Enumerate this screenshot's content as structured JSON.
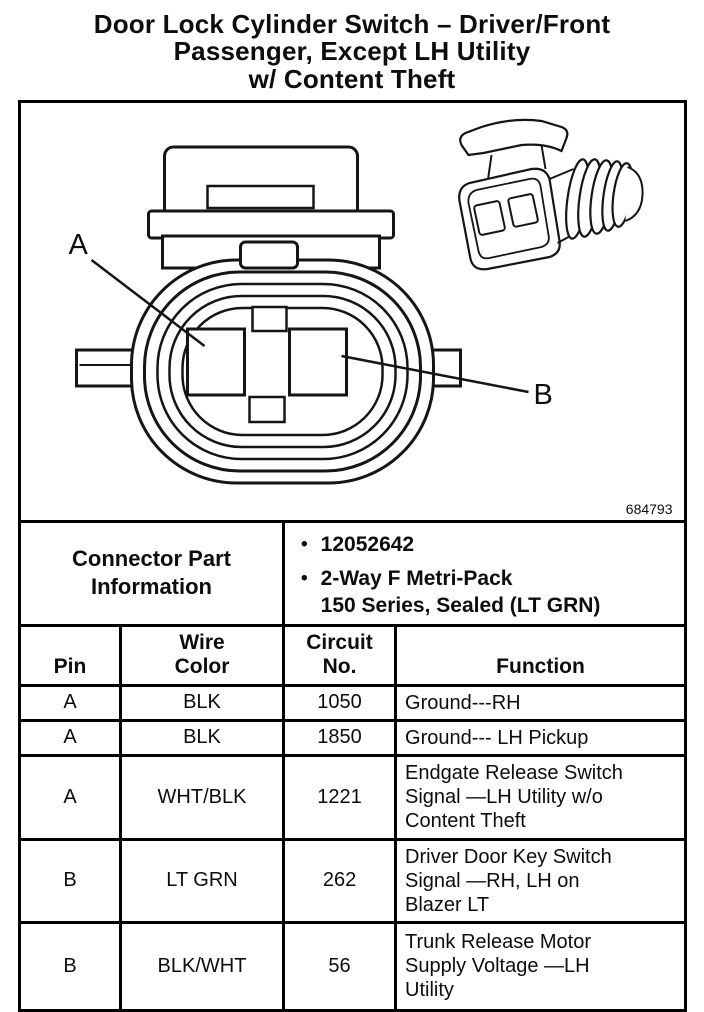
{
  "title": {
    "line1": "Door Lock Cylinder Switch – Driver/Front",
    "line2": "Passenger, Except LH Utility",
    "line3": "w/ Content Theft"
  },
  "diagram": {
    "terminal_a_label": "A",
    "terminal_b_label": "B",
    "figure_number": "684793"
  },
  "connector_info": {
    "label": "Connector Part\nInformation",
    "bullet_1": "12052642",
    "bullet_2": "2-Way F Metri-Pack\n150 Series, Sealed (LT GRN)"
  },
  "table": {
    "headers": {
      "pin": "Pin",
      "wire_color": "Wire\nColor",
      "circuit_no": "Circuit\nNo.",
      "function": "Function"
    },
    "rows": [
      {
        "pin": "A",
        "wire_color": "BLK",
        "circuit_no": "1050",
        "function": "Ground---RH"
      },
      {
        "pin": "A",
        "wire_color": "BLK",
        "circuit_no": "1850",
        "function": "Ground--- LH Pickup"
      },
      {
        "pin": "A",
        "wire_color": "WHT/BLK",
        "circuit_no": "1221",
        "function": "Endgate Release Switch\nSignal —LH Utility w/o\nContent Theft"
      },
      {
        "pin": "B",
        "wire_color": "LT GRN",
        "circuit_no": "262",
        "function": "Driver Door Key Switch\nSignal —RH, LH on\nBlazer LT"
      },
      {
        "pin": "B",
        "wire_color": "BLK/WHT",
        "circuit_no": "56",
        "function": "Trunk Release Motor\nSupply Voltage —LH\nUtility"
      }
    ]
  }
}
